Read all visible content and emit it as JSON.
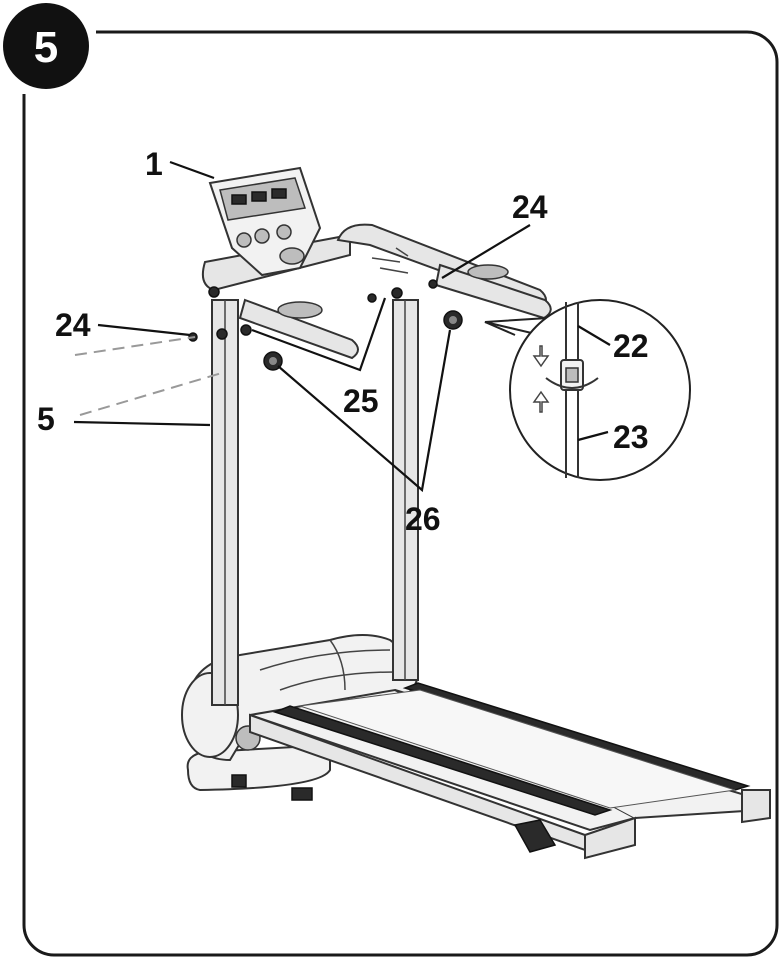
{
  "step": {
    "number": "5"
  },
  "callouts": {
    "c1": "1",
    "c24_right": "24",
    "c24_left": "24",
    "c5": "5",
    "c25": "25",
    "c26": "26",
    "c22": "22",
    "c23": "23"
  },
  "colors": {
    "frame": "#1a1a1a",
    "badge": "#111111",
    "background": "#ffffff"
  }
}
